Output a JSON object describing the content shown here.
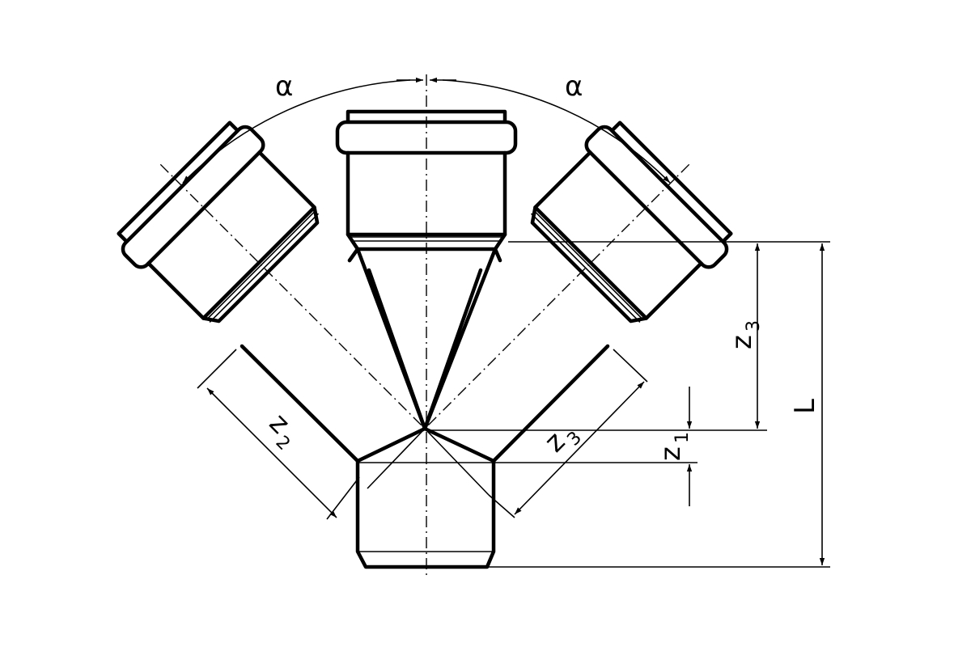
{
  "labels": {
    "angle_left": "α",
    "angle_right": "α",
    "z1": {
      "letter": "z",
      "sub": "1"
    },
    "z2": {
      "letter": "z",
      "sub": "2"
    },
    "z3_right": {
      "letter": "z",
      "sub": "3"
    },
    "z3_diag": {
      "letter": "z",
      "sub": "3"
    },
    "length": "L"
  }
}
